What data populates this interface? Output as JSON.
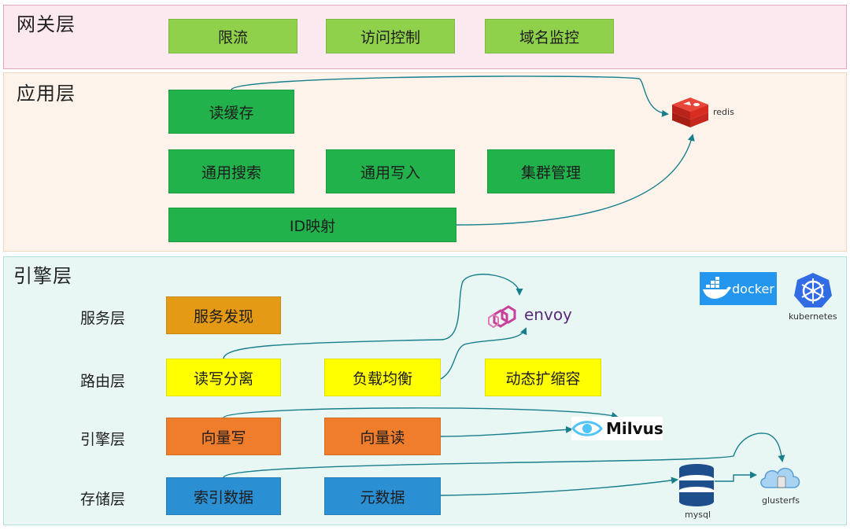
{
  "layers": {
    "gateway": {
      "title": "网关层",
      "boxes": [
        "限流",
        "访问控制",
        "域名监控"
      ]
    },
    "app": {
      "title": "应用层",
      "read_cache": "读缓存",
      "boxes": [
        "通用搜索",
        "通用写入",
        "集群管理"
      ],
      "id_mapping": "ID映射"
    },
    "engine": {
      "title": "引擎层",
      "rows": [
        {
          "label": "服务层",
          "boxes": [
            "服务发现"
          ]
        },
        {
          "label": "路由层",
          "boxes": [
            "读写分离",
            "负载均衡",
            "动态扩缩容"
          ]
        },
        {
          "label": "引擎层",
          "boxes": [
            "向量写",
            "向量读"
          ]
        },
        {
          "label": "存储层",
          "boxes": [
            "索引数据",
            "元数据"
          ]
        }
      ]
    }
  },
  "logos": {
    "redis": {
      "name": "redis",
      "icon": "redis-icon",
      "color": "#d82c20"
    },
    "envoy": {
      "name": "envoy",
      "icon": "envoy-icon",
      "color": "#c8409a"
    },
    "docker": {
      "name": "docker",
      "icon": "docker-whale-icon",
      "color": "#2496ed"
    },
    "kubernetes": {
      "name": "kubernetes",
      "icon": "kubernetes-helm-icon",
      "color": "#326ce5"
    },
    "milvus": {
      "name": "Milvus",
      "icon": "milvus-eye-icon",
      "color": "#4fc4f9"
    },
    "mysql": {
      "name": "mysql",
      "icon": "database-icon",
      "color": "#1f4e8c"
    },
    "glusterfs": {
      "name": "glusterfs",
      "icon": "cloud-storage-icon",
      "color": "#7fb7e6"
    }
  },
  "colors": {
    "arrow": "#177e8c",
    "gateway_bg": "#fbe9ef",
    "app_bg": "#fdf3ea",
    "engine_bg": "#e8f6f4"
  }
}
